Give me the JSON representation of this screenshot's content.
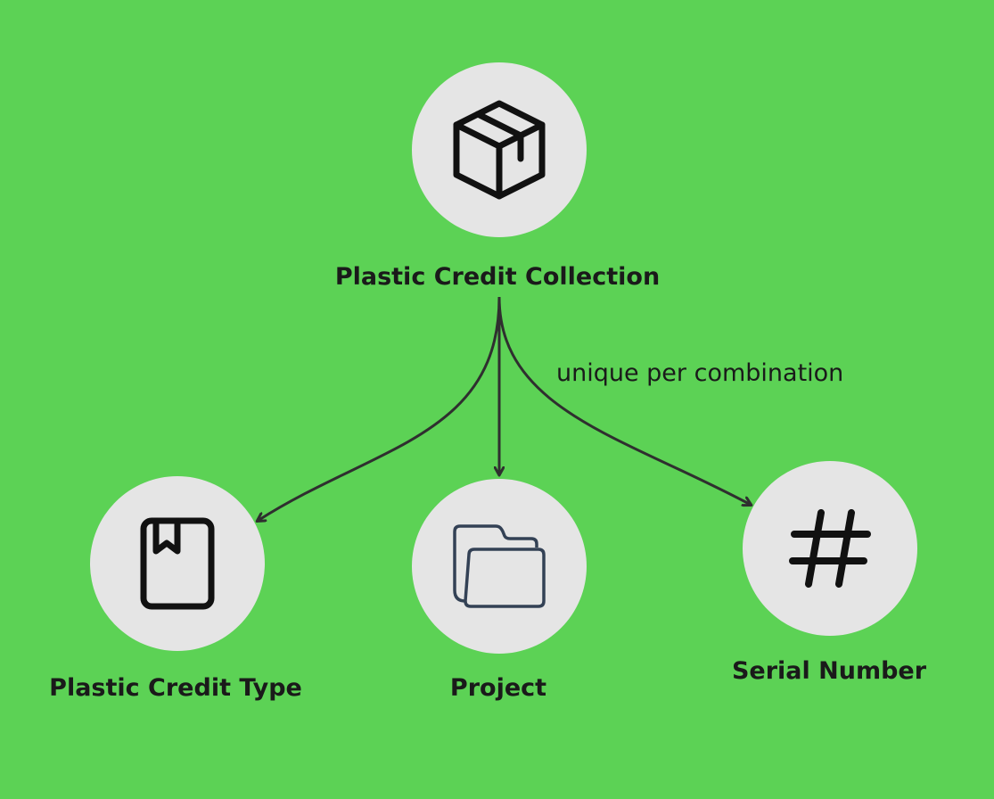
{
  "colors": {
    "background": "#5cd255",
    "circle": "#e5e5e5",
    "text": "#1a1a1a",
    "edge": "#2f2f2f",
    "icon_dark": "#111111",
    "icon_slate": "#334155"
  },
  "diagram": {
    "root": {
      "label": "Plastic Credit Collection",
      "icon": "package-box-icon"
    },
    "children": [
      {
        "label": "Plastic Credit Type",
        "icon": "bookmark-book-icon"
      },
      {
        "label": "Project",
        "icon": "folders-icon"
      },
      {
        "label": "Serial Number",
        "icon": "hash-icon"
      }
    ],
    "edge_label": "unique per combination"
  }
}
